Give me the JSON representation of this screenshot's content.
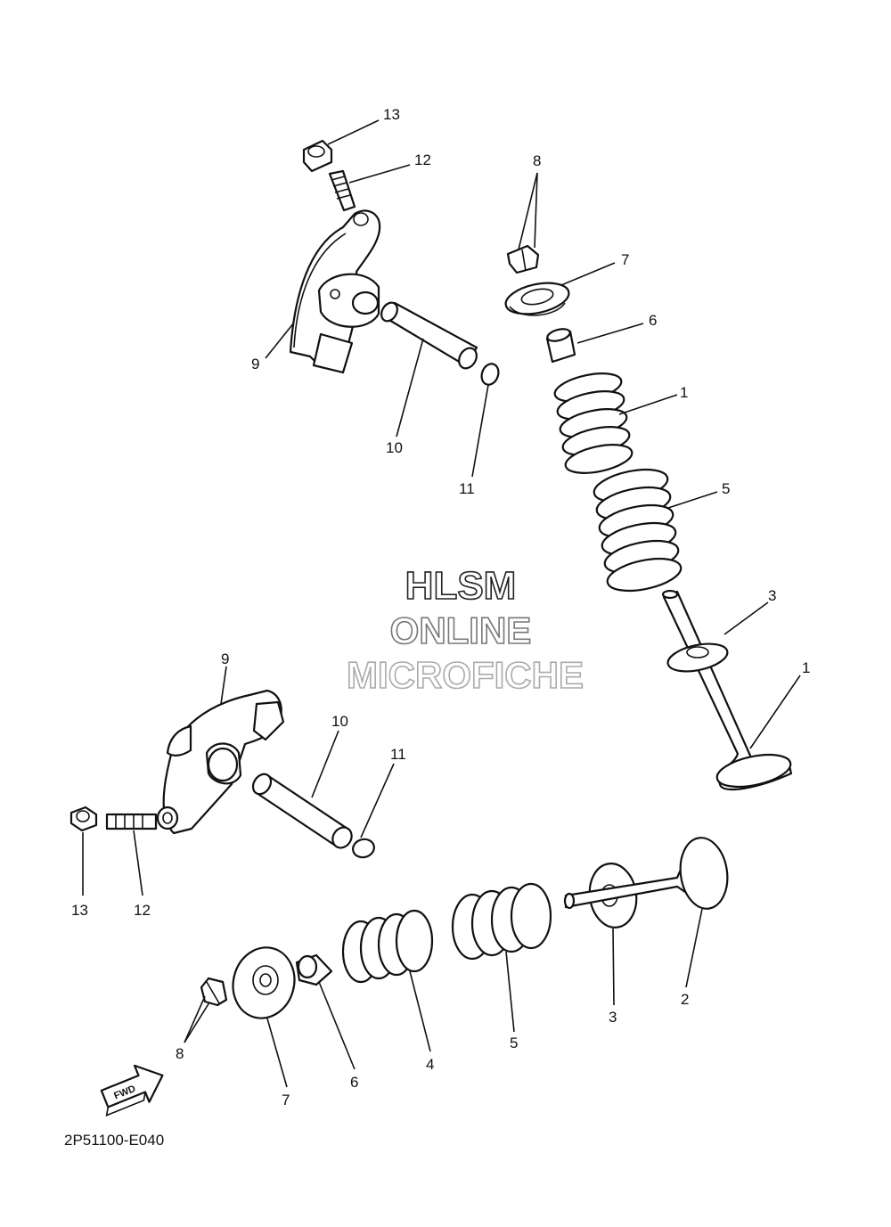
{
  "watermark": {
    "line1": "HLSM",
    "line2": "ONLINE",
    "line3": "MICROFICHE"
  },
  "diagram_code": "2P51100-E040",
  "fwd_label": "FWD",
  "callouts": {
    "upper": {
      "rocker_arm": "9",
      "rocker_shaft": "10",
      "o_ring": "11",
      "adjuster_screw": "12",
      "nut": "13",
      "valve_cotter": "8",
      "spring_retainer": "7",
      "valve_seal": "6",
      "spring_inner": "1",
      "spring_outer": "5",
      "spring_seat": "3",
      "valve": "1"
    },
    "lower": {
      "rocker_arm": "9",
      "rocker_shaft": "10",
      "o_ring": "11",
      "nut": "13",
      "adjuster_screw": "12",
      "valve_cotter": "8",
      "spring_retainer": "7",
      "valve_seal": "6",
      "spring_inner": "4",
      "spring_outer": "5",
      "spring_seat": "3",
      "valve": "2"
    }
  },
  "icons": {
    "fwd_arrow": "fwd-arrow-icon"
  }
}
